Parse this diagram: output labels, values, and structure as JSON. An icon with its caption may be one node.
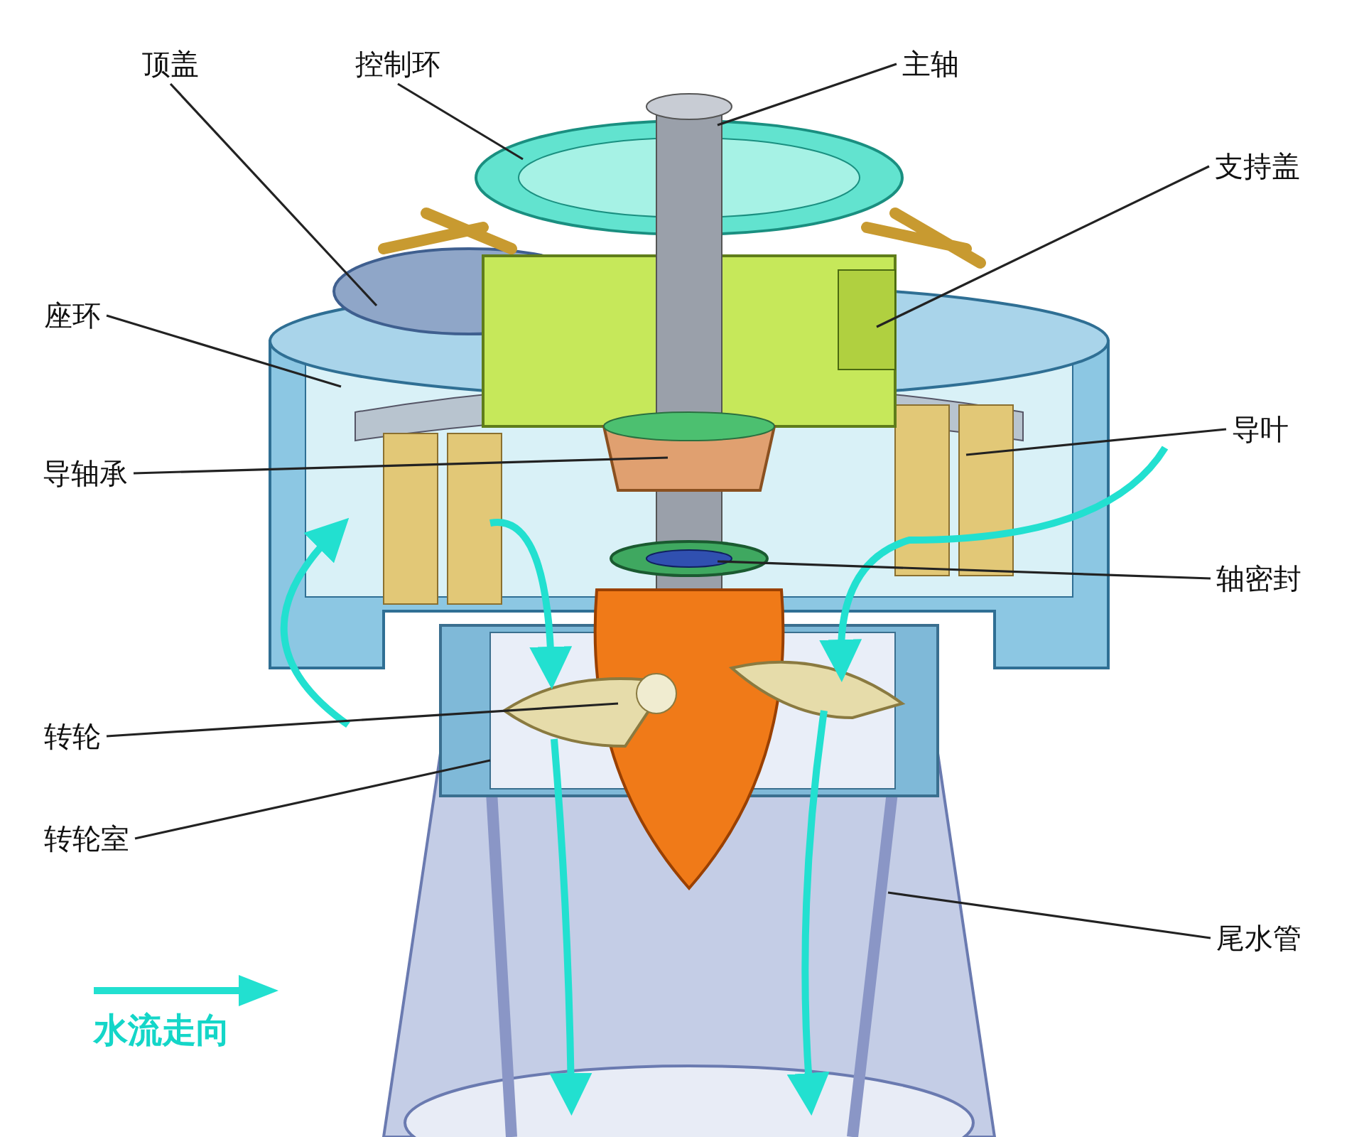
{
  "diagram": {
    "nodes": [
      {
        "text": [
          "顶盖"
        ]
      },
      {
        "text": [
          "控制环"
        ]
      },
      {
        "text": [
          "主轴"
        ]
      },
      {
        "text": [
          "支持盖"
        ]
      },
      {
        "text": [
          "座环"
        ]
      },
      {
        "text": [
          "导叶"
        ]
      },
      {
        "text": [
          "导轴承"
        ]
      },
      {
        "text": [
          "轴密封"
        ]
      },
      {
        "text": [
          "转轮"
        ]
      },
      {
        "text": [
          "转轮室"
        ]
      },
      {
        "text": [
          "尾水管"
        ]
      }
    ],
    "edges": [
      {
        "from": 0,
        "to": null,
        "arrow": "none"
      },
      {
        "from": 1,
        "to": null,
        "arrow": "none"
      },
      {
        "from": 2,
        "to": null,
        "arrow": "none"
      },
      {
        "from": 3,
        "to": null,
        "arrow": "none"
      },
      {
        "from": 4,
        "to": null,
        "arrow": "none"
      },
      {
        "from": 5,
        "to": null,
        "arrow": "none"
      },
      {
        "from": 6,
        "to": null,
        "arrow": "none"
      },
      {
        "from": 7,
        "to": null,
        "arrow": "none"
      },
      {
        "from": 8,
        "to": null,
        "arrow": "none"
      },
      {
        "from": 9,
        "to": null,
        "arrow": "none"
      },
      {
        "from": 10,
        "to": null,
        "arrow": "none"
      }
    ],
    "legend": [
      {
        "text": "水流走向"
      }
    ]
  }
}
